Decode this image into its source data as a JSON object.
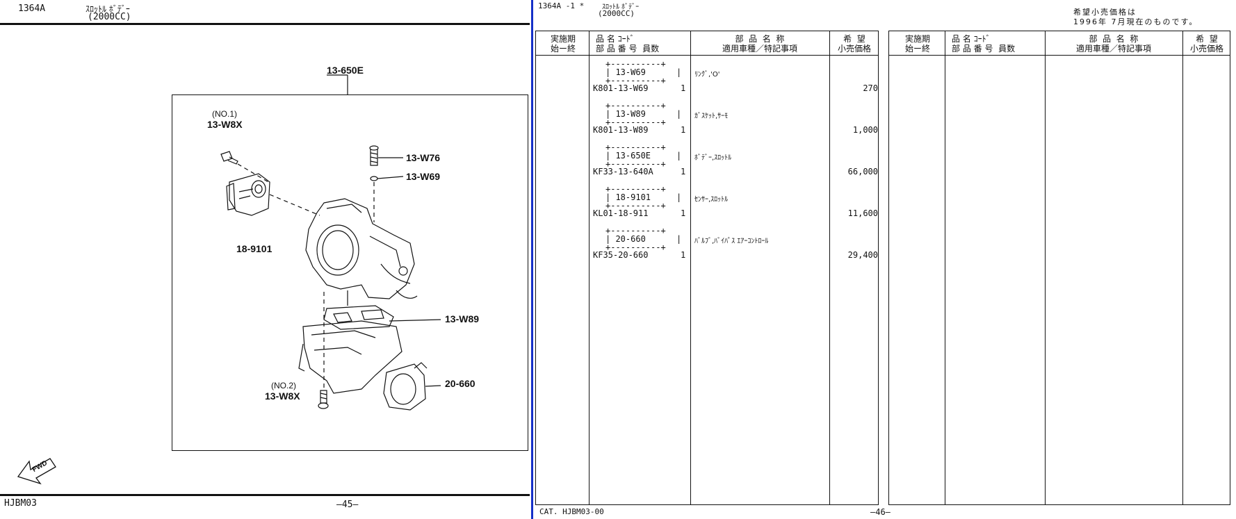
{
  "left_page": {
    "group_code": "1364A",
    "title_line1": "ｽﾛｯﾄﾙ ﾎﾞﾃﾞｰ",
    "title_line2": "(2000CC)",
    "footer_code": "HJBM03",
    "page_number": "—45—",
    "fwd_label": "FWD",
    "callouts": {
      "c1": "13-650E",
      "c2_note": "(NO.1)",
      "c2": "13-W8X",
      "c3": "13-W76",
      "c4": "13-W69",
      "c5": "18-9101",
      "c6": "13-W89",
      "c7": "20-660",
      "c8_note": "(NO.2)",
      "c8": "13-W8X"
    }
  },
  "right_page": {
    "header_code": "1364A -1 *",
    "header_title": "ｽﾛｯﾄﾙ ﾎﾞﾃﾞｰ",
    "header_sub": "(2000CC)",
    "price_note_line1": "希望小売価格は",
    "price_note_line2": "1996年 7月現在のものです。",
    "table_headers": {
      "period": "実施期\n始ー終",
      "partno": "品 名 ｺｰﾄﾞ\n部 品 番 号  員数",
      "name": "部  品  名  称\n適用車種／特記事項",
      "price": "希  望\n小売価格"
    },
    "parts": [
      {
        "code": "13-W69",
        "part_no": "K801-13-W69",
        "qty": "1",
        "name": "ﾘﾝｸﾞ,'O'",
        "price": "270"
      },
      {
        "code": "13-W89",
        "part_no": "K801-13-W89",
        "qty": "1",
        "name": "ｶﾞｽｹｯﾄ,ｻｰﾓ",
        "price": "1,000"
      },
      {
        "code": "13-650E",
        "part_no": "KF33-13-640A",
        "qty": "1",
        "name": "ﾎﾞﾃﾞｰ,ｽﾛｯﾄﾙ",
        "price": "66,000"
      },
      {
        "code": "18-9101",
        "part_no": "KL01-18-911",
        "qty": "1",
        "name": "ｾﾝｻｰ,ｽﾛｯﾄﾙ",
        "price": "11,600"
      },
      {
        "code": "20-660",
        "part_no": "KF35-20-660",
        "qty": "1",
        "name": "ﾊﾞﾙﾌﾞ,ﾊﾞｲﾊﾟｽ ｴｱｰｺﾝﾄﾛｰﾙ",
        "price": "29,400"
      }
    ],
    "footer_cat": "CAT. HJBM03-00",
    "page_number": "—46—"
  }
}
